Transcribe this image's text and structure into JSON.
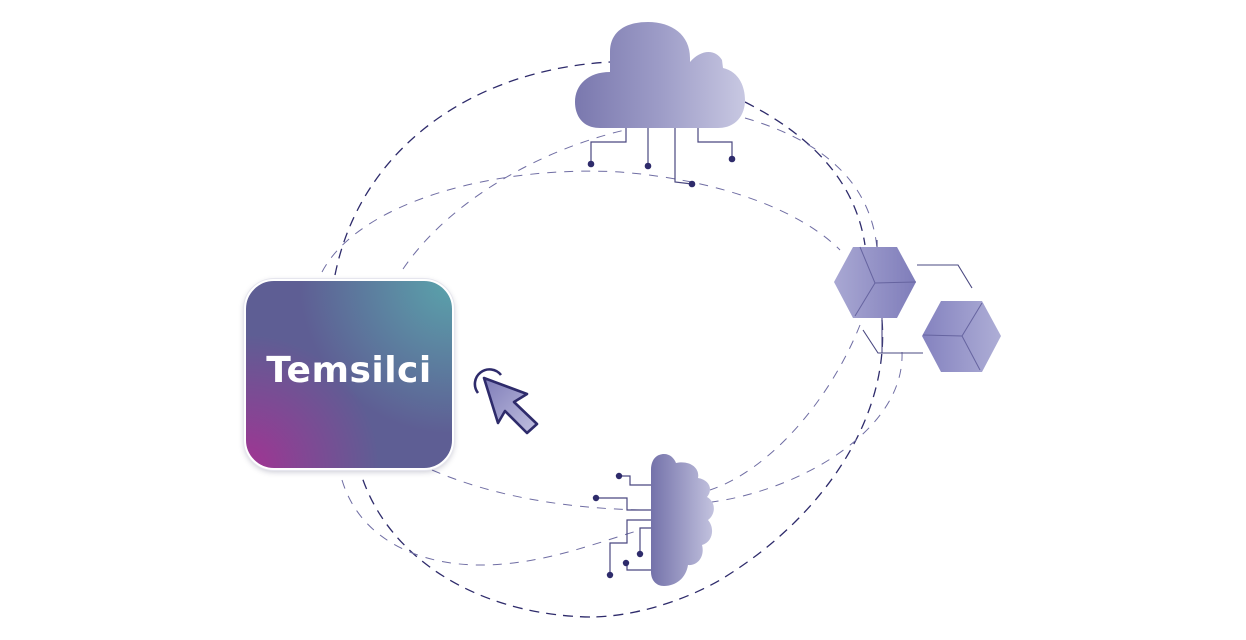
{
  "diagram": {
    "agent": {
      "label": "Temsilci"
    },
    "nodes": [
      {
        "id": "cloud",
        "icon": "cloud-icon"
      },
      {
        "id": "cube-1",
        "icon": "cube-icon"
      },
      {
        "id": "cube-2",
        "icon": "cube-icon"
      },
      {
        "id": "brain",
        "icon": "brain-circuit-icon"
      },
      {
        "id": "cursor",
        "icon": "cursor-click-icon"
      }
    ],
    "colors": {
      "accent_dark": "#2e2b6b",
      "node_fill_start": "#7d7bb0",
      "node_fill_end": "#c5c5e0",
      "card_base": "#5e5e94",
      "card_magenta": "#a23393",
      "card_teal": "#5aa3ab",
      "dash_light": "#6f6da3",
      "dash_dark": "#2e2b6b"
    }
  }
}
